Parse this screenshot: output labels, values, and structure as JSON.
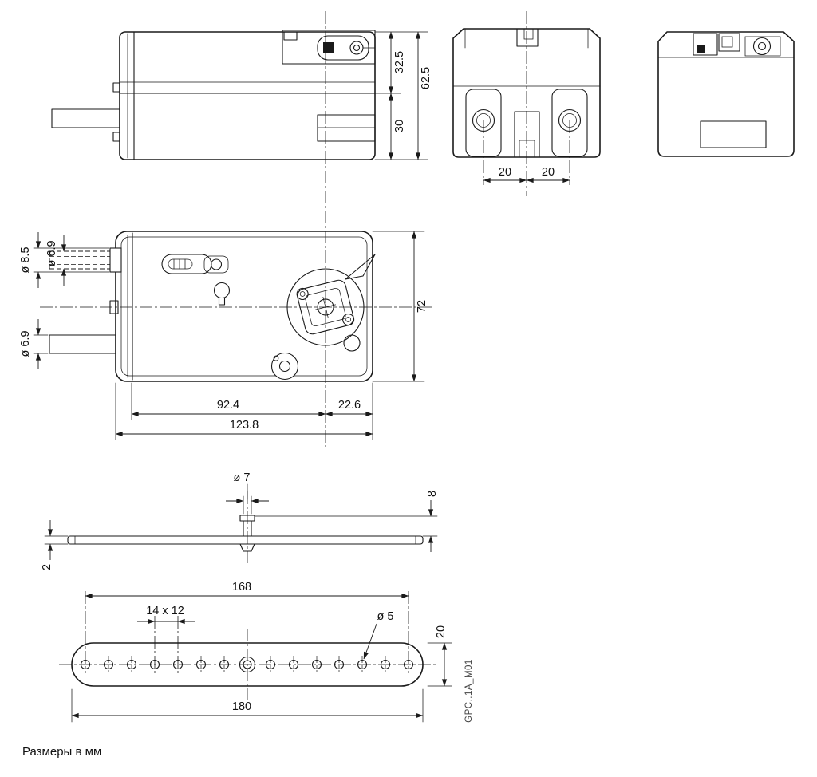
{
  "drawing": {
    "code": "GPC..1A_M01",
    "units_note": "Размеры в мм",
    "ink_color": "#1a1a1a",
    "background_color": "#ffffff"
  },
  "side_view": {
    "dim_top": "32.5",
    "dim_bottom": "30",
    "dim_total": "62.5"
  },
  "front_view": {
    "dim_left": "20",
    "dim_right": "20"
  },
  "top_view": {
    "dim_shaft_top": "ø 6.9",
    "dim_boss": "ø 8.5",
    "dim_shaft_bottom": "ø 6.9",
    "dim_height": "72",
    "dim_body": "92.4",
    "dim_head": "22.6",
    "dim_total": "123.8"
  },
  "bracket_side": {
    "dim_screw": "ø 7",
    "dim_screw_height": "8",
    "dim_thickness": "2"
  },
  "bracket_top": {
    "dim_hole_span": "168",
    "dim_hole_pattern": "14 x 12",
    "dim_hole_dia": "ø 5",
    "dim_width": "20",
    "dim_length": "180"
  }
}
